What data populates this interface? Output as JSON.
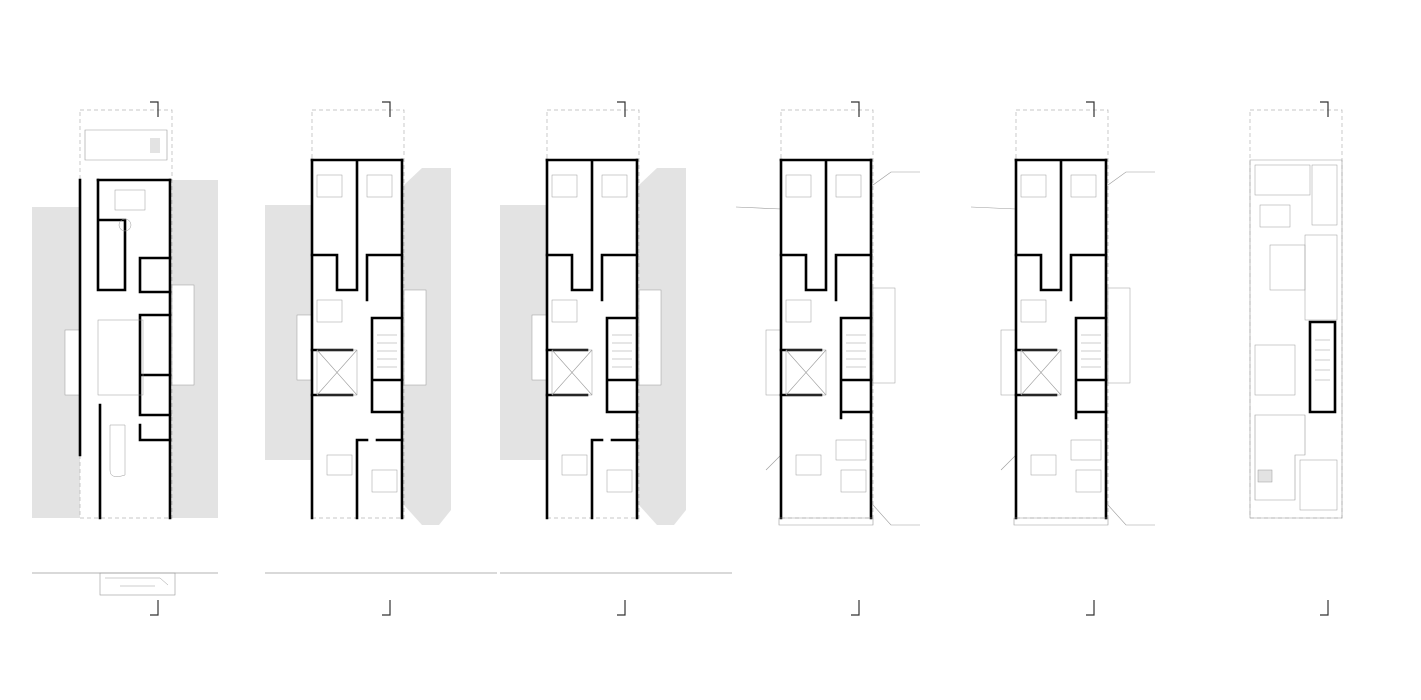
{
  "drawing": {
    "kind": "floor-plans",
    "colors": {
      "wall": "#000000",
      "neighbor_fill": "#e3e3e3",
      "thin_line": "#9a9a9a",
      "dashed_line": "#b5b5b5",
      "background": "#ffffff"
    },
    "plans": [
      {
        "level": "ground",
        "neighbors": "full"
      },
      {
        "level": "typical",
        "neighbors": "chamfered"
      },
      {
        "level": "typical",
        "neighbors": "chamfered"
      },
      {
        "level": "upper",
        "neighbors": "outline"
      },
      {
        "level": "upper",
        "neighbors": "outline"
      },
      {
        "level": "roof",
        "neighbors": "none"
      }
    ]
  }
}
